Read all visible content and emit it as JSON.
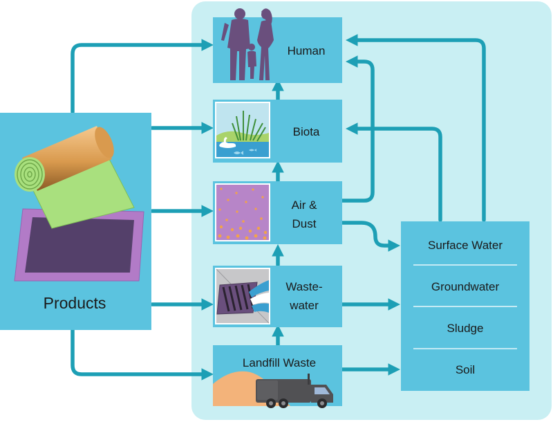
{
  "nodes": {
    "products": "Products",
    "human": "Human",
    "biota": "Biota",
    "air_dust_line1": "Air &",
    "air_dust_line2": "Dust",
    "wastewater_line1": "Waste-",
    "wastewater_line2": "water",
    "landfill": "Landfill Waste"
  },
  "environment": {
    "items": [
      "Surface Water",
      "Groundwater",
      "Sludge",
      "Soil"
    ]
  },
  "colors": {
    "panel_bg": "#c9eff3",
    "box_fill": "#5bc3df",
    "arrow": "#1d9fb5",
    "divider": "#e8f8fb"
  }
}
